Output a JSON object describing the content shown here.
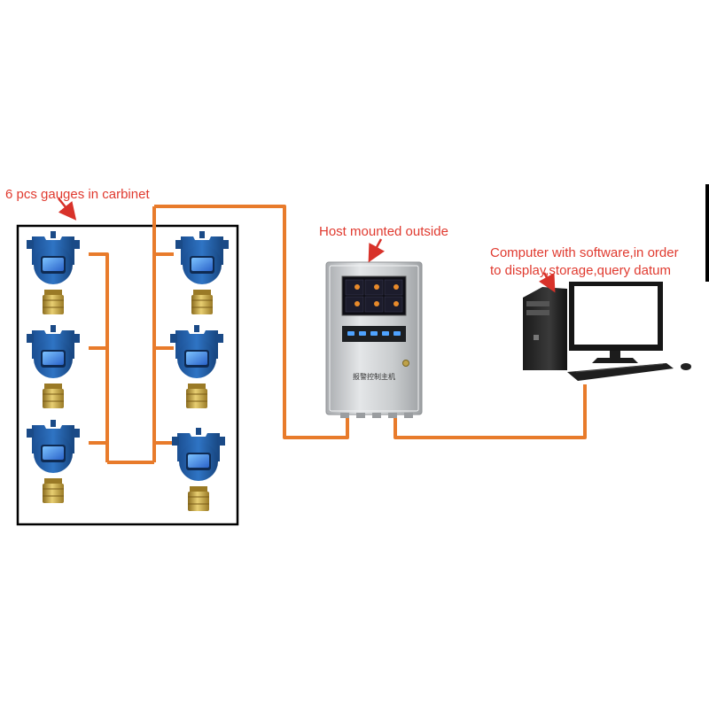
{
  "labels": {
    "gauges": "6 pcs gauges in carbinet",
    "host": "Host mounted outside",
    "computer_line1": "Computer with software,in order",
    "computer_line2": "to display,storage,query datum"
  },
  "colors": {
    "wire": "#e87b2b",
    "label_text": "#e03a2f",
    "arrow": "#d8322a",
    "gauge_body": "#1f5fa8",
    "gauge_brass": "#c9a742",
    "host_panel": "#c8cacc",
    "cabinet_border": "#000000"
  },
  "devices": {
    "gauge_count": 6,
    "host_nameplate": "报警控制主机"
  }
}
